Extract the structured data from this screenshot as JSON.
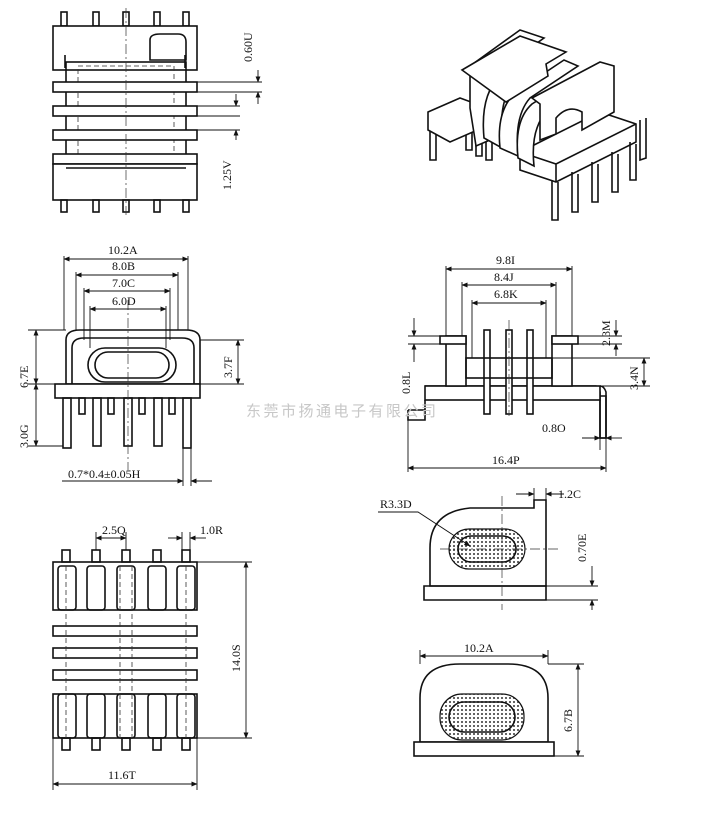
{
  "watermark": "东莞市扬通电子有限公司",
  "dims": {
    "d060U": "0.60U",
    "d125V": "1.25V",
    "d102A": "10.2A",
    "d80B": "8.0B",
    "d70C": "7.0C",
    "d60D": "6.0D",
    "d67E": "6.7E",
    "d37F": "3.7F",
    "d30G": "3.0G",
    "d07H": "0.7*0.4±0.05H",
    "d98I": "9.8I",
    "d84J": "8.4J",
    "d68K": "6.8K",
    "d23M": "2.3M",
    "d34N": "3.4N",
    "d08L": "0.8L",
    "d08O": "0.8O",
    "d164P": "16.4P",
    "r33D": "R3.3D",
    "d12C": "1.2C",
    "d070E": "0.70E",
    "d25Q": "2.5Q",
    "d10R": "1.0R",
    "d140S": "14.0S",
    "d116T": "11.6T",
    "d102A2": "10.2A",
    "d67B": "6.7B"
  }
}
